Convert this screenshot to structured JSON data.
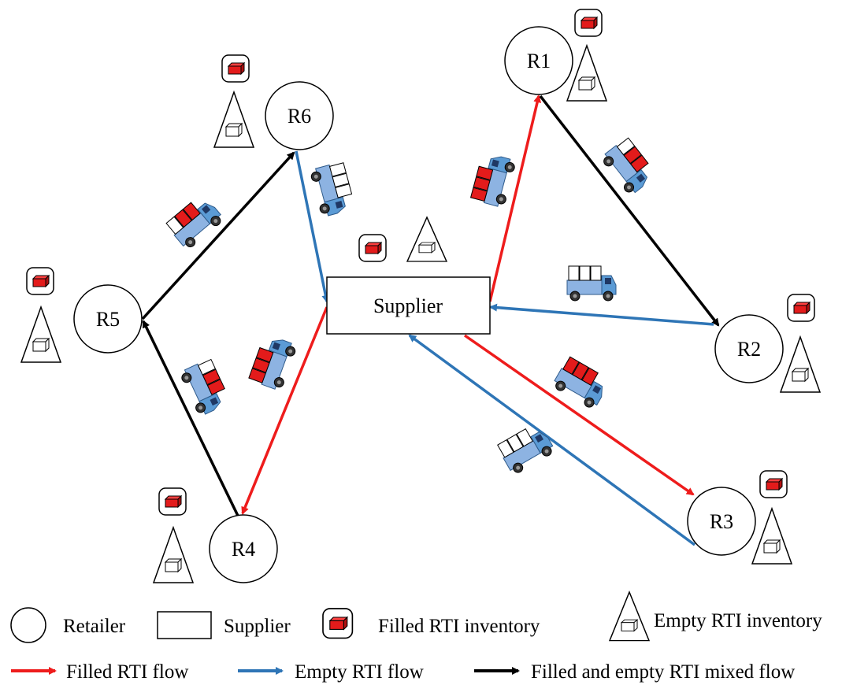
{
  "diagram": {
    "supplier_label": "Supplier",
    "retailers": [
      {
        "id": "R1",
        "label": "R1"
      },
      {
        "id": "R2",
        "label": "R2"
      },
      {
        "id": "R3",
        "label": "R3"
      },
      {
        "id": "R4",
        "label": "R4"
      },
      {
        "id": "R5",
        "label": "R5"
      },
      {
        "id": "R6",
        "label": "R6"
      }
    ],
    "flows": [
      {
        "from": "Supplier",
        "to": "R1",
        "type": "filled"
      },
      {
        "from": "R1",
        "to": "R2",
        "type": "mixed"
      },
      {
        "from": "R2",
        "to": "Supplier",
        "type": "empty"
      },
      {
        "from": "Supplier",
        "to": "R3",
        "type": "filled"
      },
      {
        "from": "R3",
        "to": "Supplier",
        "type": "empty"
      },
      {
        "from": "Supplier",
        "to": "R4",
        "type": "filled"
      },
      {
        "from": "R4",
        "to": "R5",
        "type": "mixed"
      },
      {
        "from": "R5",
        "to": "R6",
        "type": "mixed"
      },
      {
        "from": "R6",
        "to": "Supplier",
        "type": "empty"
      }
    ]
  },
  "legend": {
    "retailer": "Retailer",
    "supplier": "Supplier",
    "filled_inventory": "Filled RTI inventory",
    "empty_inventory": "Empty RTI inventory",
    "filled_flow": "Filled RTI flow",
    "empty_flow": "Empty RTI flow",
    "mixed_flow": "Filled and empty RTI mixed flow"
  },
  "colors": {
    "filled": "#ee1c1c",
    "empty": "#2e75b6",
    "mixed": "#000000",
    "truck": "#5b9bd5"
  }
}
